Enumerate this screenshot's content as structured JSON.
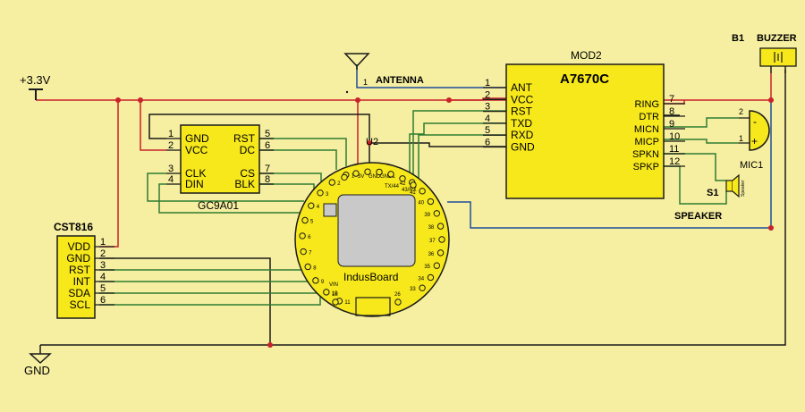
{
  "colors": {
    "background": "#f6eea0",
    "chip_fill": "#f7e81c",
    "wire_black": "#1a1a1a",
    "wire_red": "#c8222a",
    "wire_green": "#2e7d32",
    "wire_blue": "#1f4f9a",
    "lcd_fill": "#c9c9c9"
  },
  "power": {
    "vcc_label": "+3.3V",
    "gnd_label": "GND"
  },
  "antenna": {
    "label": "ANTENNA",
    "pin": "1"
  },
  "mod2": {
    "ref": "MOD2",
    "name": "A7670C",
    "left_pins": [
      {
        "num": "1",
        "name": "ANT"
      },
      {
        "num": "2",
        "name": "VCC"
      },
      {
        "num": "3",
        "name": "RST"
      },
      {
        "num": "4",
        "name": "TXD"
      },
      {
        "num": "5",
        "name": "RXD"
      },
      {
        "num": "6",
        "name": "GND"
      }
    ],
    "right_pins": [
      {
        "num": "7",
        "name": "RING"
      },
      {
        "num": "8",
        "name": "DTR"
      },
      {
        "num": "9",
        "name": "MICN"
      },
      {
        "num": "10",
        "name": "MICP"
      },
      {
        "num": "11",
        "name": "SPKN"
      },
      {
        "num": "12",
        "name": "SPKP"
      }
    ]
  },
  "gc9a01": {
    "name": "GC9A01",
    "left_pins": [
      {
        "num": "1",
        "name": "GND"
      },
      {
        "num": "2",
        "name": "VCC"
      },
      {
        "num": "3",
        "name": "CLK"
      },
      {
        "num": "4",
        "name": "DIN"
      }
    ],
    "right_pins": [
      {
        "num": "5",
        "name": "RST"
      },
      {
        "num": "6",
        "name": "DC"
      },
      {
        "num": "7",
        "name": "CS"
      },
      {
        "num": "8",
        "name": "BLK"
      }
    ]
  },
  "cst816": {
    "name": "CST816",
    "pins": [
      {
        "num": "1",
        "name": "VDD"
      },
      {
        "num": "2",
        "name": "GND"
      },
      {
        "num": "3",
        "name": "RST"
      },
      {
        "num": "4",
        "name": "INT"
      },
      {
        "num": "5",
        "name": "SDA"
      },
      {
        "num": "6",
        "name": "SCL"
      }
    ]
  },
  "indus": {
    "ref": "U2",
    "name": "IndusBoard",
    "top_labels": [
      "3V",
      "GND",
      "GND1"
    ],
    "tx_label": "TX/44",
    "rx_label": "43/RX",
    "vin_label": "VIN",
    "left_pins": [
      "1",
      "2",
      "3",
      "4",
      "5",
      "6",
      "7",
      "8",
      "9",
      "10",
      "11"
    ],
    "right_pins": [
      "42",
      "41",
      "40",
      "39",
      "38",
      "37",
      "36",
      "35",
      "34",
      "33"
    ],
    "bottom_pins": [
      "18",
      "26"
    ]
  },
  "buzzer": {
    "ref": "B1",
    "label": "BUZZER"
  },
  "mic": {
    "ref": "MIC1",
    "minus": "-",
    "plus": "+",
    "pin1": "1",
    "pin2": "2"
  },
  "speaker": {
    "ref": "S1",
    "label": "SPEAKER",
    "body_label": "Speaker"
  }
}
